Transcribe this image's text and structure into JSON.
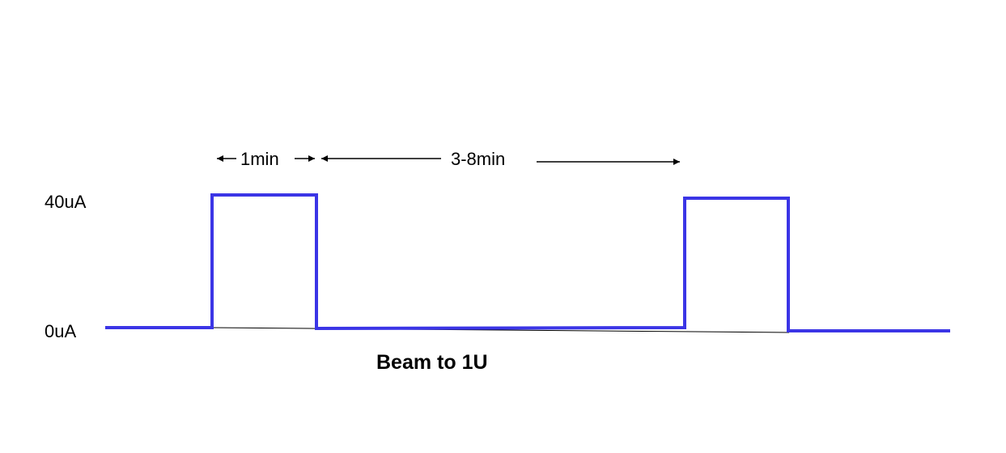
{
  "y_labels": {
    "high": "40uA",
    "low": "0uA"
  },
  "durations": {
    "pulse": "1min",
    "interval": "3-8min"
  },
  "caption": "Beam to 1U",
  "colors": {
    "signal": "#3b35e6",
    "baseline": "#000000",
    "arrows": "#000000",
    "background": "#ffffff"
  }
}
